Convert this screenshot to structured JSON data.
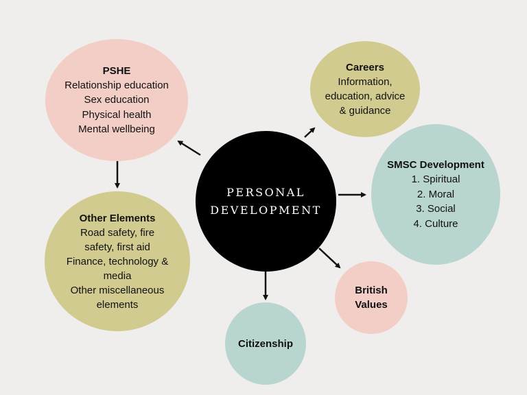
{
  "center": {
    "lines": [
      "PERSONAL",
      "DEVELOPMENT"
    ]
  },
  "nodes": {
    "pshe": {
      "title": "PSHE",
      "lines": [
        "Relationship education",
        "Sex education",
        "Physical health",
        "Mental wellbeing"
      ]
    },
    "careers": {
      "title": "Careers",
      "lines": [
        "Information,",
        "education, advice",
        "& guidance"
      ]
    },
    "smsc": {
      "title": "SMSC Development",
      "lines": [
        "1. Spiritual",
        "2. Moral",
        "3. Social",
        "4. Culture"
      ]
    },
    "other": {
      "title": "Other Elements",
      "lines": [
        "Road safety, fire",
        "safety, first aid",
        "Finance, technology &",
        "media",
        "Other miscellaneous",
        "elements"
      ]
    },
    "british": {
      "title": "British",
      "title2": "Values"
    },
    "citizenship": {
      "title": "Citizenship"
    }
  },
  "colors": {
    "background": "#efeeec",
    "center": "#000000",
    "pink": "#f2cec6",
    "olive": "#d1cb8f",
    "teal": "#b8d5cf",
    "arrow": "#111111"
  }
}
